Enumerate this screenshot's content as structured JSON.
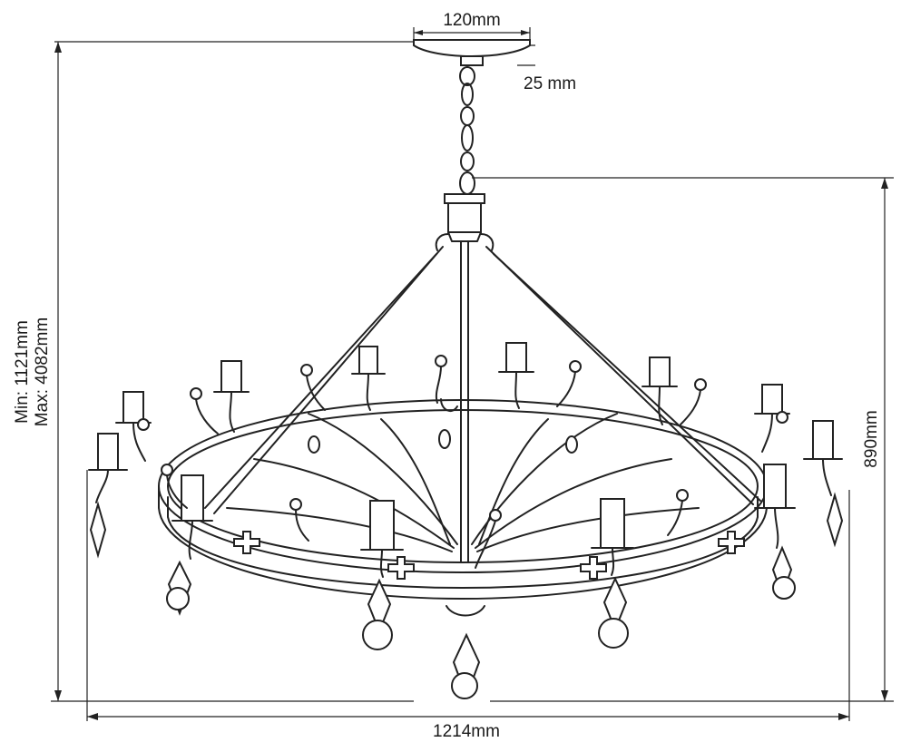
{
  "dimensions": {
    "canopy_width": "120mm",
    "canopy_height": "25 mm",
    "min_height": "Min: 1121mm",
    "max_height": "Max: 4082mm",
    "body_height": "890mm",
    "overall_width": "1214mm"
  }
}
